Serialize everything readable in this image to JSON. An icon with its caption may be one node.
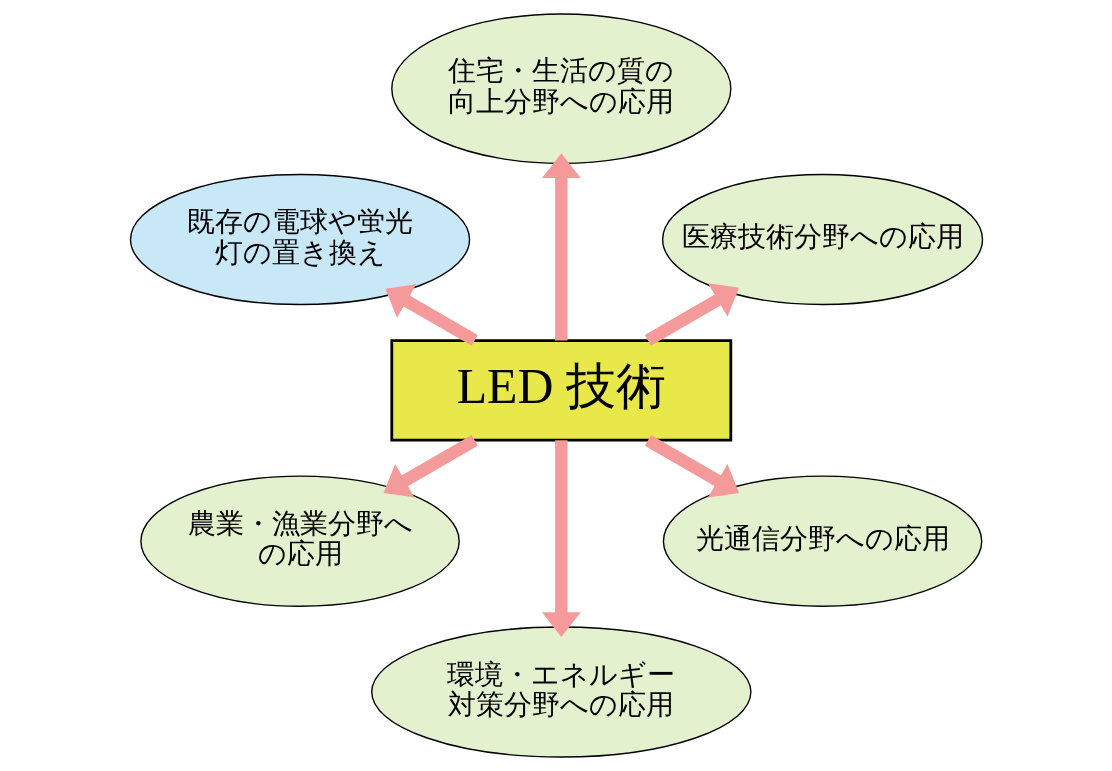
{
  "diagram": {
    "nodes": [
      {
        "text": [
          "医療技術分野への応用"
        ]
      },
      {
        "text": [
          "住宅・生活の質の向上分野への応用"
        ]
      },
      {
        "text": [
          "既存の電球や蛍光灯の置き換え"
        ]
      },
      {
        "text": [
          "LED 技術"
        ]
      },
      {
        "text": [
          "農業・漁業分野への応用"
        ]
      },
      {
        "text": [
          "環境・エネルギー対策分野への応用"
        ]
      },
      {
        "text": [
          "光通信分野への応用"
        ]
      }
    ],
    "edges": [
      {
        "from": 3,
        "to": 0,
        "arrow": "to"
      },
      {
        "from": 3,
        "to": 1,
        "arrow": "to"
      },
      {
        "from": 3,
        "to": 2,
        "arrow": "to"
      },
      {
        "from": 3,
        "to": 4,
        "arrow": "to"
      },
      {
        "from": 3,
        "to": 5,
        "arrow": "to"
      },
      {
        "from": 3,
        "to": 6,
        "arrow": "to"
      }
    ]
  }
}
